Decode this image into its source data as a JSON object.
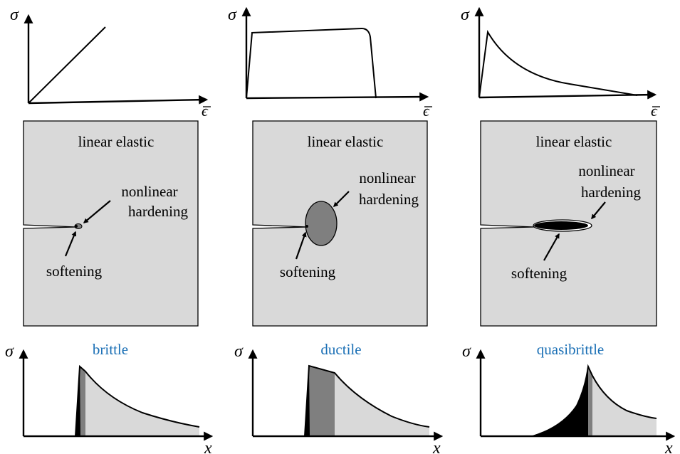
{
  "axes": {
    "sigma": "σ",
    "epsilon": "ϵ",
    "x": "x"
  },
  "columns": [
    {
      "caption": "brittle",
      "region_label": "linear elastic",
      "hardening_label_1": "nonlinear",
      "hardening_label_2": "hardening",
      "softening_label": "softening"
    },
    {
      "caption": "ductile",
      "region_label": "linear elastic",
      "hardening_label_1": "nonlinear",
      "hardening_label_2": "hardening",
      "softening_label": "softening"
    },
    {
      "caption": "quasibrittle",
      "region_label": "linear elastic",
      "hardening_label_1": "nonlinear",
      "hardening_label_2": "hardening",
      "softening_label": "softening"
    }
  ],
  "colors": {
    "plate": "#d9d9d9",
    "hardening_zone": "#7f7f7f",
    "softening_zone": "#000000",
    "caption": "#1a6fb5"
  }
}
